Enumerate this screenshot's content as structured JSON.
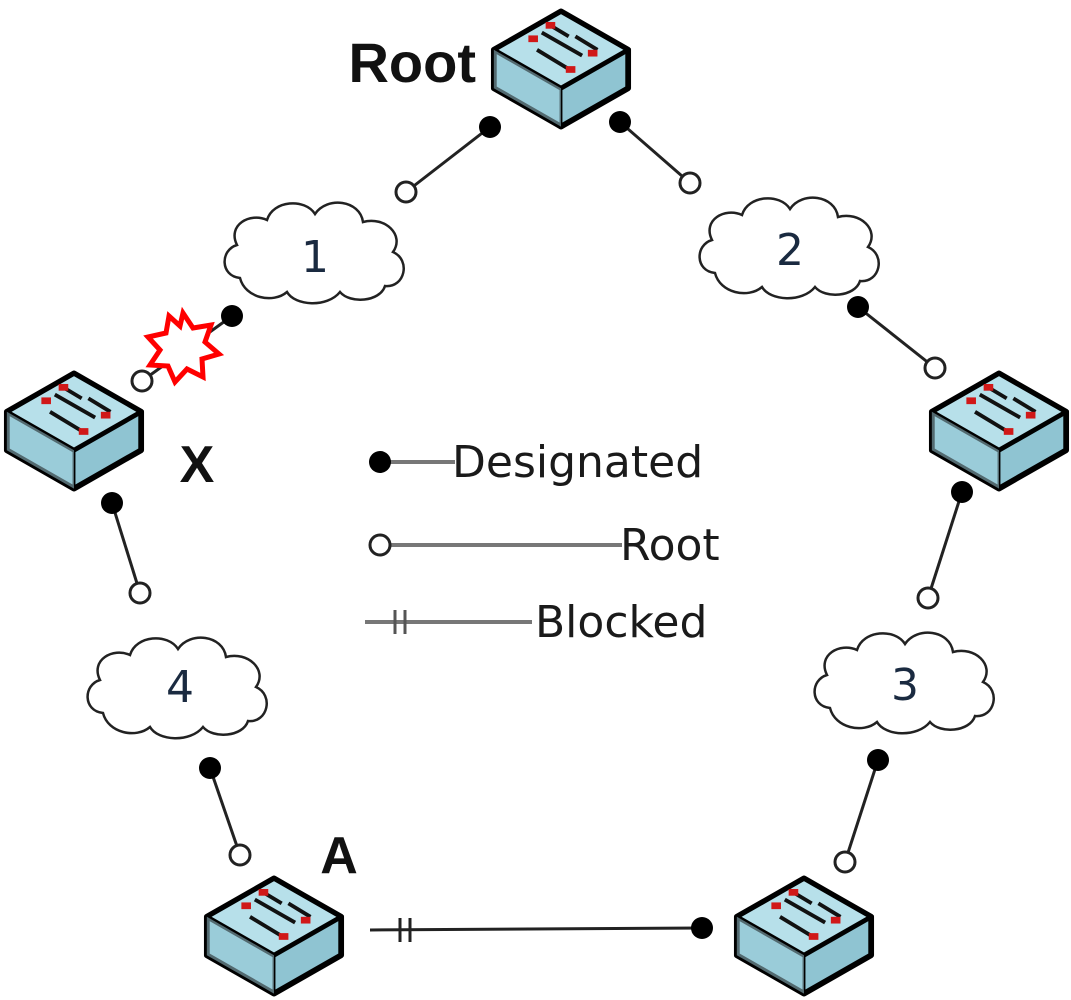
{
  "labels": {
    "root": "Root",
    "x": "X",
    "a": "A"
  },
  "clouds": [
    "1",
    "2",
    "3",
    "4"
  ],
  "legend": {
    "designated": "Designated",
    "root": "Root",
    "blocked": "Blocked"
  },
  "colors": {
    "switch_body": "#8fc4d2",
    "switch_top": "#b7e0ea",
    "port_designated": "#000000",
    "port_root": "#ffffff",
    "failure_star": "#ff0000"
  },
  "icons": [
    "switch-icon",
    "cloud-icon",
    "failure-star-icon"
  ]
}
